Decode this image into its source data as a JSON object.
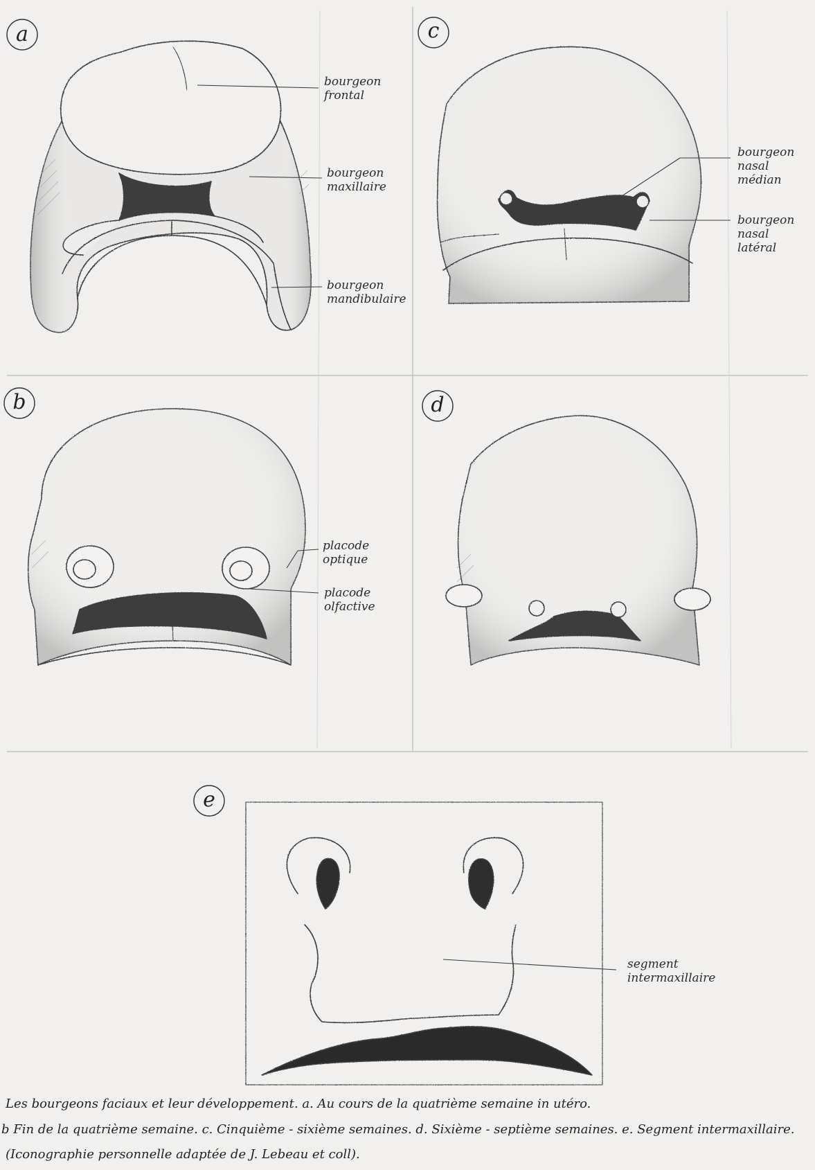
{
  "panels": {
    "a": {
      "letter": "a",
      "labels": {
        "frontal": [
          "bourgeon",
          "frontal"
        ],
        "maxillaire": [
          "bourgeon",
          "maxillaire"
        ],
        "mandibulaire": [
          "bourgeon",
          "mandibulaire"
        ]
      }
    },
    "b": {
      "letter": "b",
      "labels": {
        "optique": [
          "placode",
          "optique"
        ],
        "olfactive": [
          "placode",
          "olfactive"
        ]
      }
    },
    "c": {
      "letter": "c",
      "labels": {
        "nasal_median": [
          "bourgeon",
          "nasal",
          "médian"
        ],
        "nasal_lateral": [
          "bourgeon",
          "nasal",
          "latéral"
        ]
      }
    },
    "d": {
      "letter": "d"
    },
    "e": {
      "letter": "e",
      "labels": {
        "segment": [
          "segment",
          "intermaxillaire"
        ]
      }
    }
  },
  "caption": [
    "Les bourgeons faciaux et leur développement. a. Au cours de la quatrième semaine in utéro.",
    "Fin de la quatrième semaine. c. Cinquième - sixième semaines. d. Sixième - septième semaines. e. Segment intermaxillaire.",
    "(Iconographie personnelle adaptée de J. Lebeau et coll)."
  ],
  "caption_prefix": "b"
}
